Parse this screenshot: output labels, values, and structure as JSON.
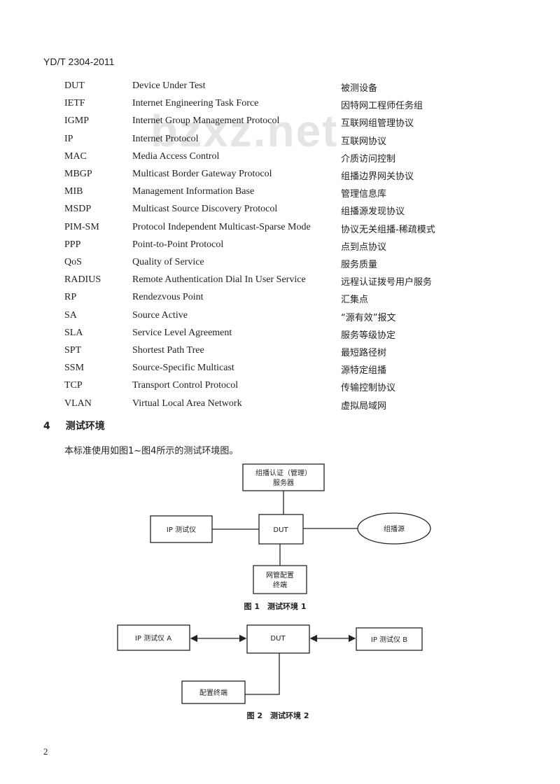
{
  "header": {
    "doc_number": "YD/T 2304-2011"
  },
  "watermark": "bzxz.net",
  "abbreviations": [
    [
      "DUT",
      "Device Under Test",
      "被测设备"
    ],
    [
      "IETF",
      "Internet Engineering Task Force",
      "因特网工程师任务组"
    ],
    [
      "IGMP",
      "Internet Group Management Protocol",
      "互联网组管理协议"
    ],
    [
      "IP",
      "Internet Protocol",
      "互联网协议"
    ],
    [
      "MAC",
      "Media Access Control",
      "介质访问控制"
    ],
    [
      "MBGP",
      "Multicast Border Gateway Protocol",
      "组播边界网关协议"
    ],
    [
      "MIB",
      "Management Information Base",
      "管理信息库"
    ],
    [
      "MSDP",
      "Multicast Source Discovery Protocol",
      "组播源发现协议"
    ],
    [
      "PIM-SM",
      "Protocol Independent Multicast-Sparse Mode",
      "协议无关组播-稀疏模式"
    ],
    [
      "PPP",
      "Point-to-Point Protocol",
      "点到点协议"
    ],
    [
      "QoS",
      "Quality of Service",
      "服务质量"
    ],
    [
      "RADIUS",
      "Remote Authentication Dial In User Service",
      "远程认证拨号用户服务"
    ],
    [
      "RP",
      "Rendezvous Point",
      "汇集点"
    ],
    [
      "SA",
      "Source Active",
      "“源有效”报文"
    ],
    [
      "SLA",
      "Service Level Agreement",
      "服务等级协定"
    ],
    [
      "SPT",
      "Shortest Path Tree",
      "最短路径树"
    ],
    [
      "SSM",
      "Source-Specific Multicast",
      "源特定组播"
    ],
    [
      "TCP",
      "Transport Control Protocol",
      "传输控制协议"
    ],
    [
      "VLAN",
      "Virtual Local Area Network",
      "虚拟局域网"
    ]
  ],
  "section": {
    "number": "4",
    "title": "测试环境",
    "intro": "本标准使用如图1~图4所示的测试环境图。"
  },
  "figure1": {
    "server_line1": "组播认证（管理）",
    "server_line2": "服务器",
    "ip_tester": "IP 测试仪",
    "dut": "DUT",
    "source": "组播源",
    "nms_line1": "网管配置",
    "nms_line2": "终端",
    "caption": "图 1　测试环境 1"
  },
  "figure2": {
    "tester_a": "IP 测试仪 A",
    "dut": "DUT",
    "tester_b": "IP 测试仪 B",
    "config": "配置终端",
    "caption": "图 2　测试环境 2"
  },
  "footer": {
    "page_number": "2"
  }
}
